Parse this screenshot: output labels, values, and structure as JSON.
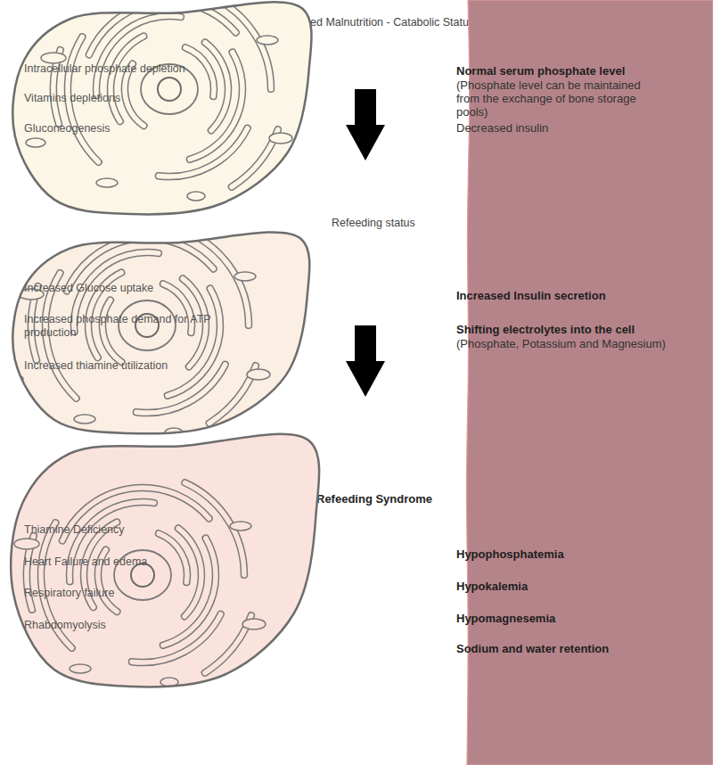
{
  "diagram": {
    "nodes": [
      {
        "text": [
          "Intracellular phosphate depletion",
          "Vitamins depletions",
          "Gluconeogenesis"
        ]
      },
      {
        "text": [
          "Increased Glucose uptake",
          "Increased phosphate demand for ATP production",
          "Increased thiamine utilization"
        ]
      },
      {
        "text": [
          "Thiamine Deficiency",
          "Heart Failure and edema",
          "Respiratory failure",
          "Rhabdomyolysis"
        ]
      },
      {
        "text": [
          "Normal serum phosphate level",
          "(Phosphate level can be maintained from the exchange of bone storage pools)",
          "Decreased insulin",
          "Increased Insulin secretion",
          "Shifting electrolytes into the cell",
          "(Phosphate, Potassium and Magnesium)",
          "Hypophosphatemia",
          "Hypokalemia",
          "Hypomagnesemia",
          "Sodium and water retention"
        ]
      }
    ],
    "labels": [
      "Prolonged Malnutrition - Catabolic Status",
      "Refeeding status",
      "Refeeding Syndrome"
    ]
  }
}
